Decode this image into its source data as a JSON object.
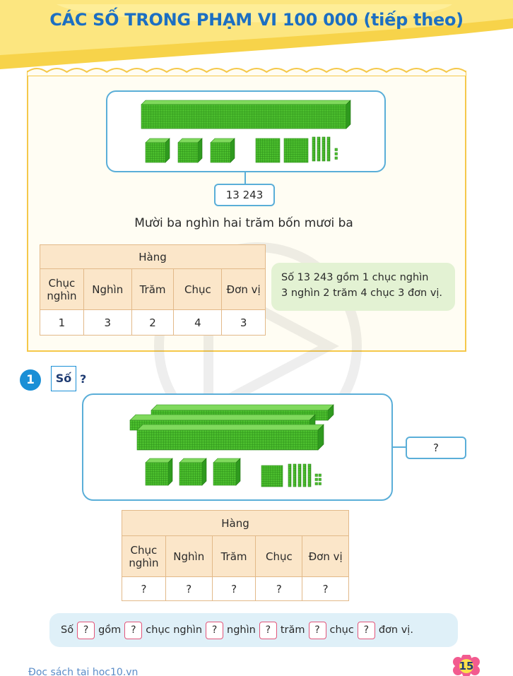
{
  "header": {
    "title": "CÁC SỐ TRONG PHẠM VI 100 000 (tiếp theo)"
  },
  "intro": {
    "number": "13 243",
    "number_words": "Mười ba nghìn hai trăm bốn mươi ba",
    "table": {
      "group_header": "Hàng",
      "columns": [
        "Chục nghìn",
        "Nghìn",
        "Trăm",
        "Chục",
        "Đơn vị"
      ],
      "values": [
        "1",
        "3",
        "2",
        "4",
        "3"
      ]
    },
    "note_line1": "Số 13 243 gồm 1 chục nghìn",
    "note_line2": "3 nghìn 2 trăm 4 chục 3 đơn vị."
  },
  "exercise1": {
    "number": "1",
    "label": "Số",
    "question_mark": "?",
    "answer_placeholder": "?",
    "table": {
      "group_header": "Hàng",
      "columns": [
        "Chục nghìn",
        "Nghìn",
        "Trăm",
        "Chục",
        "Đơn vị"
      ],
      "values": [
        "?",
        "?",
        "?",
        "?",
        "?"
      ]
    },
    "sentence": {
      "w1": "Số",
      "w2": "gồm",
      "w3": "chục nghìn",
      "w4": "nghìn",
      "w5": "trăm",
      "w6": "chục",
      "w7": "đơn vị.",
      "blank": "?"
    }
  },
  "footer": {
    "text": "Đọc sách tại hoc10.vn",
    "page": "15"
  },
  "colors": {
    "title": "#1c6fc2",
    "yellow": "#f7d34a",
    "green": "#4cbf2e",
    "blue_border": "#5aaed8"
  }
}
